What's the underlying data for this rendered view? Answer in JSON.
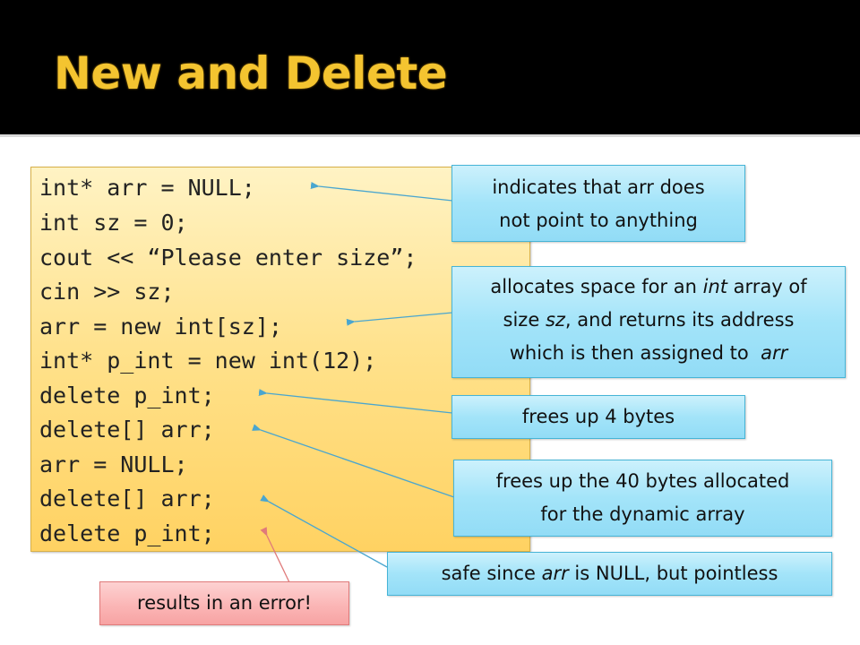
{
  "slide": {
    "title": "New and Delete"
  },
  "code": [
    "int* arr = NULL;",
    "int sz = 0;",
    "cout << “Please enter size”;",
    "cin >> sz;",
    "arr = new int[sz];",
    "int* p_int = new int(12);",
    "delete p_int;",
    "delete[] arr;",
    "arr = NULL;",
    "delete[] arr;",
    "delete p_int;"
  ],
  "callouts": {
    "null": {
      "line1": "indicates that arr does",
      "line2": "not point to anything"
    },
    "allocate": {
      "line1": "allocates space for an ",
      "line1_em": "int",
      "line1_end": " array of",
      "line2_a": "size ",
      "line2_em": "sz",
      "line2_b": ", and returns its address",
      "line3": "which is then assigned to  ",
      "line3_em": "arr"
    },
    "free4": {
      "text": "frees up 4 bytes"
    },
    "free40": {
      "line1": "frees up the 40 bytes allocated",
      "line2": "for the dynamic array"
    },
    "safe": {
      "text_a": "safe since ",
      "text_em": "arr",
      "text_b": " is NULL, but pointless"
    },
    "error": {
      "text": "results in an error!"
    }
  },
  "colors": {
    "title": "#f4c430",
    "code_box": "#ffe18a",
    "callout": "#a3e4f9",
    "error_callout": "#fbb6b6",
    "arrow_blue": "#4aa6cf",
    "arrow_red": "#e07a7a"
  }
}
